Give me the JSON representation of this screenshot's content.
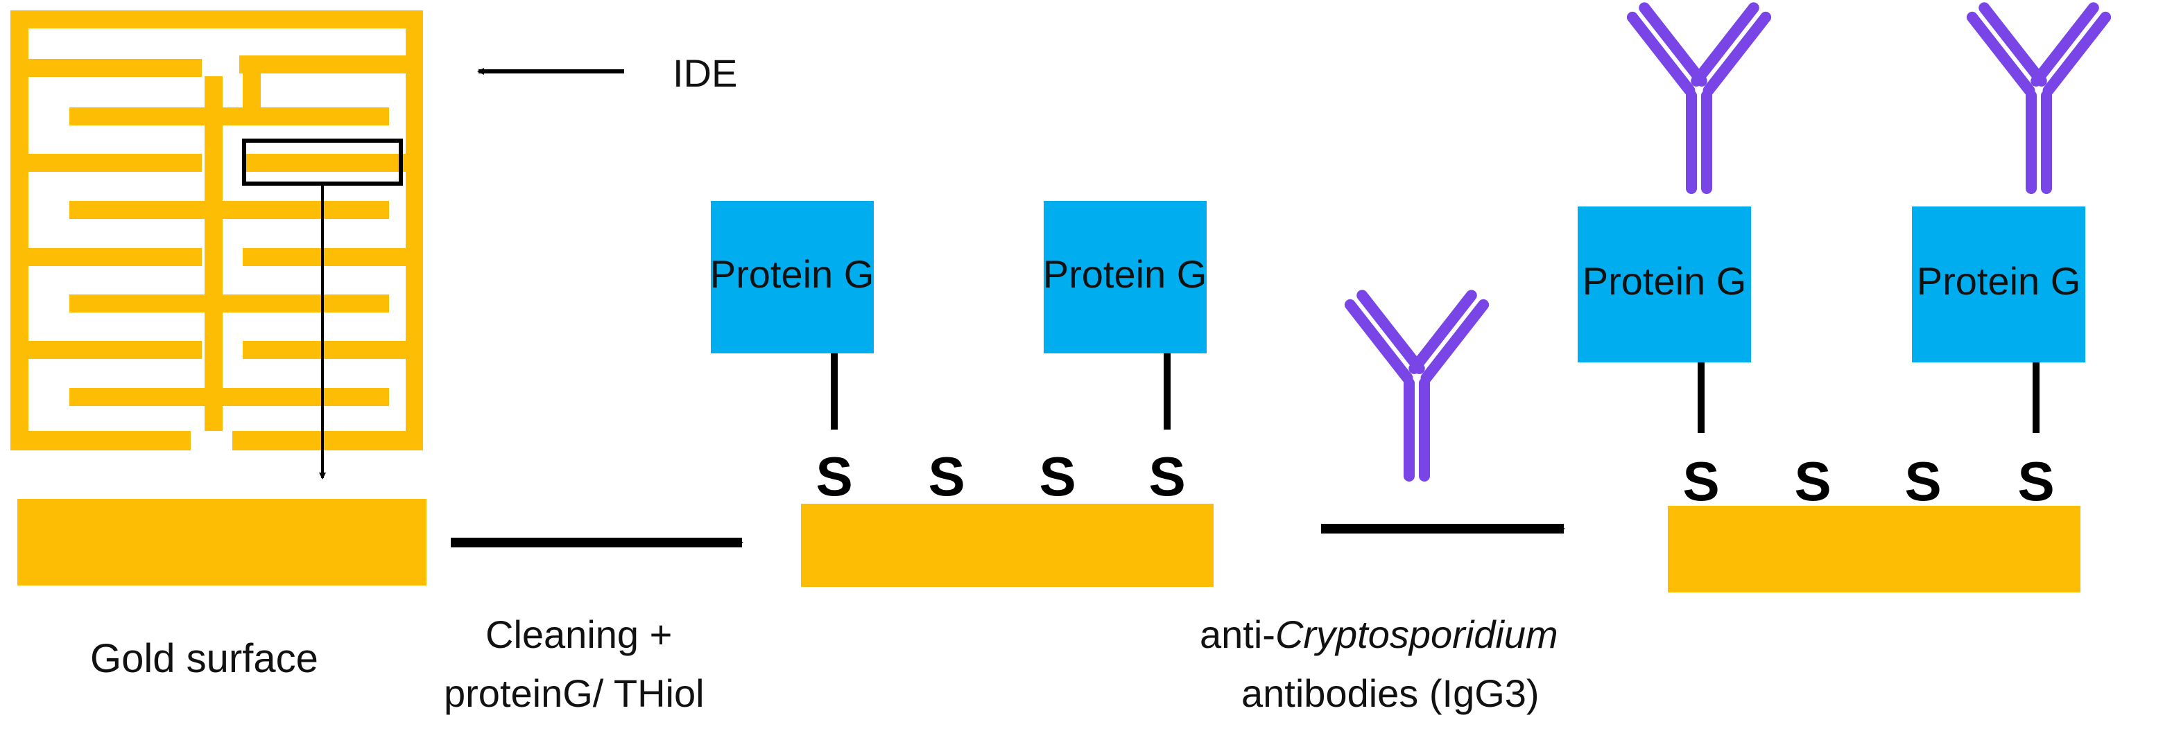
{
  "colors": {
    "gold": "#FCBD04",
    "protein_g": "#00AEEF",
    "antibody": "#7A45E6",
    "antibody_edge": "#5B2CC4",
    "line": "#000000"
  },
  "labels": {
    "ide": "IDE",
    "gold_surface": "Gold surface",
    "step1_line1": "Cleaning +",
    "step1_line2": "proteinG/ THiol",
    "step2_prefix": "anti-",
    "step2_italic": "Cryptosporidium",
    "step2_line2": "antibodies (IgG3)"
  },
  "protein_g_label": "Protein G",
  "sulfur_label": "S",
  "icons": {
    "ide_electrode": "interdigitated-electrode-icon",
    "antibody": "y-shaped-antibody-icon",
    "arrow": "right-arrow-icon"
  }
}
